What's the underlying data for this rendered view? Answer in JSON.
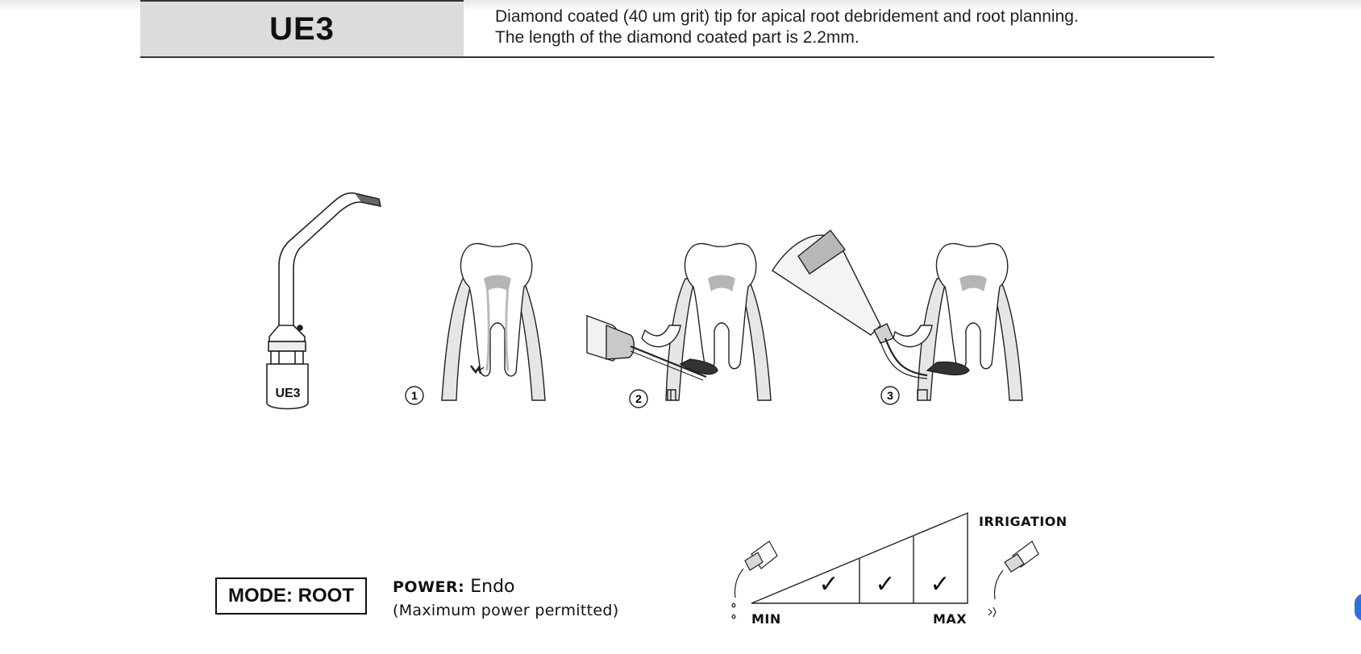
{
  "header": {
    "code": "UE3",
    "description_lines": [
      "Diamond coated (40 um grit) tip for apical root debridement and root planning.",
      "The length of the diamond coated part is 2.2mm."
    ]
  },
  "illustration": {
    "tip_label": "UE3",
    "steps": [
      "1",
      "2",
      "3"
    ]
  },
  "settings": {
    "mode_label": "MODE: ROOT",
    "power_label": "POWER:",
    "power_value": "Endo",
    "power_note": "(Maximum power permitted)"
  },
  "irrigation": {
    "title": "IRRIGATION",
    "min_label": "MIN",
    "max_label": "MAX",
    "checks": [
      "✓",
      "✓",
      "✓"
    ]
  }
}
